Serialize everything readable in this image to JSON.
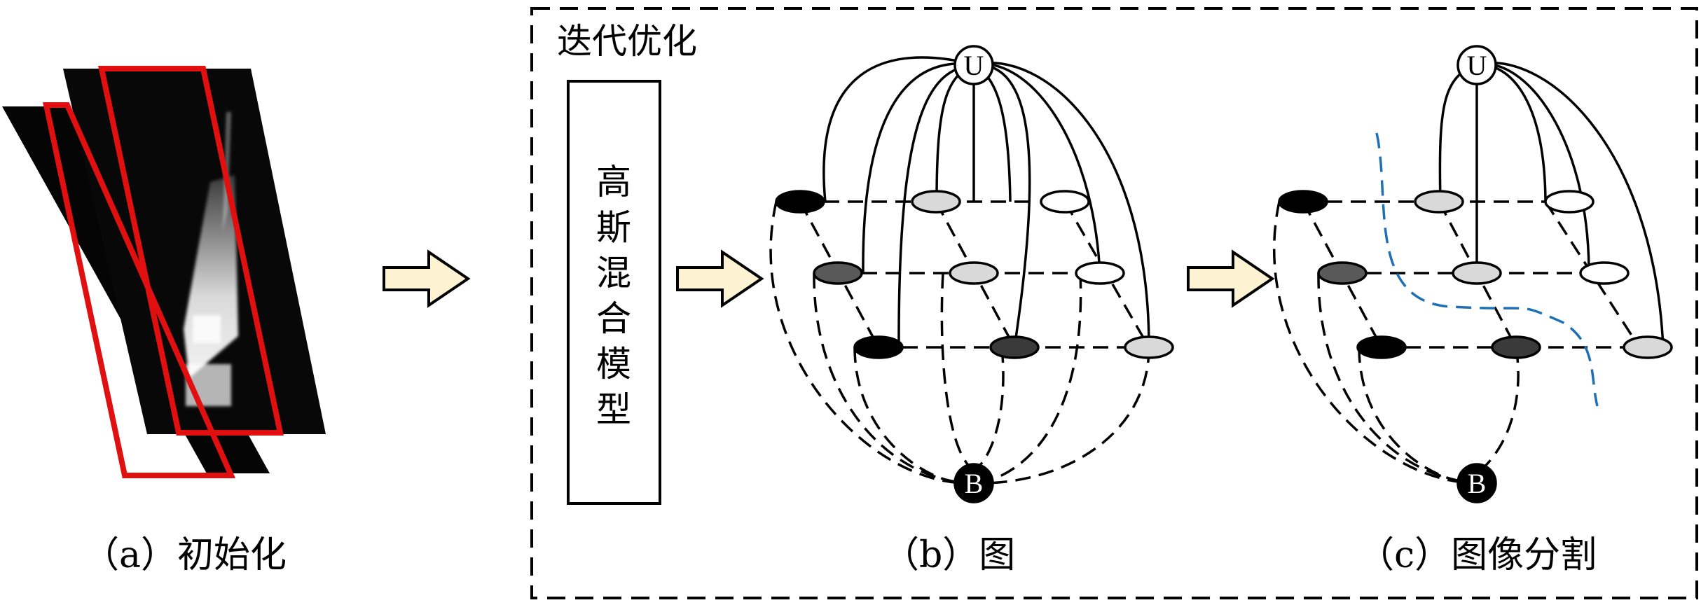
{
  "panel_a": {
    "caption": "（a）初始化"
  },
  "panel_b": {
    "caption": "（b）图",
    "source_node": "U",
    "sink_node": "B"
  },
  "panel_c": {
    "caption": "（c）图像分割",
    "source_node": "U",
    "sink_node": "B"
  },
  "iteration_box": {
    "title": "迭代优化",
    "gmm_label": [
      "高",
      "斯",
      "混",
      "合",
      "模",
      "型"
    ]
  },
  "colors": {
    "red_box": "#e01010",
    "arrow_fill": "#fdf3d2",
    "cut_line": "#1f6fb5",
    "node_black": "#000000",
    "node_dark": "#3a3a3a",
    "node_mid": "#595959",
    "node_light": "#d9d9d9",
    "node_white": "#ffffff"
  }
}
